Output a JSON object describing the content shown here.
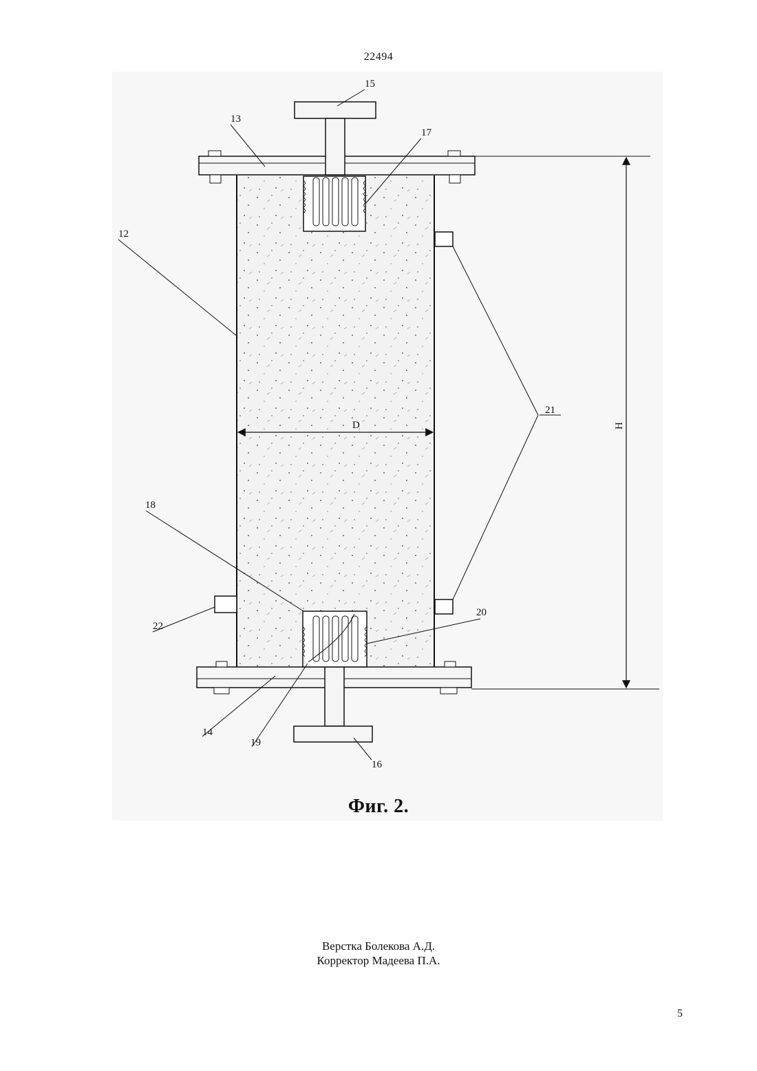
{
  "header": {
    "patent_number": "22494"
  },
  "figure": {
    "caption": "Фиг. 2.",
    "callouts": {
      "c12": "12",
      "c13": "13",
      "c14": "14",
      "c15": "15",
      "c16": "16",
      "c17": "17",
      "c18": "18",
      "c19": "19",
      "c20": "20",
      "c21": "21",
      "c22": "22"
    },
    "dimensions": {
      "diameter": "D",
      "height": "H"
    }
  },
  "credits": {
    "layout": "Верстка Болекова А.Д.",
    "proofreader": "Корректор Мадеева П.А."
  },
  "footer": {
    "page": "5"
  }
}
